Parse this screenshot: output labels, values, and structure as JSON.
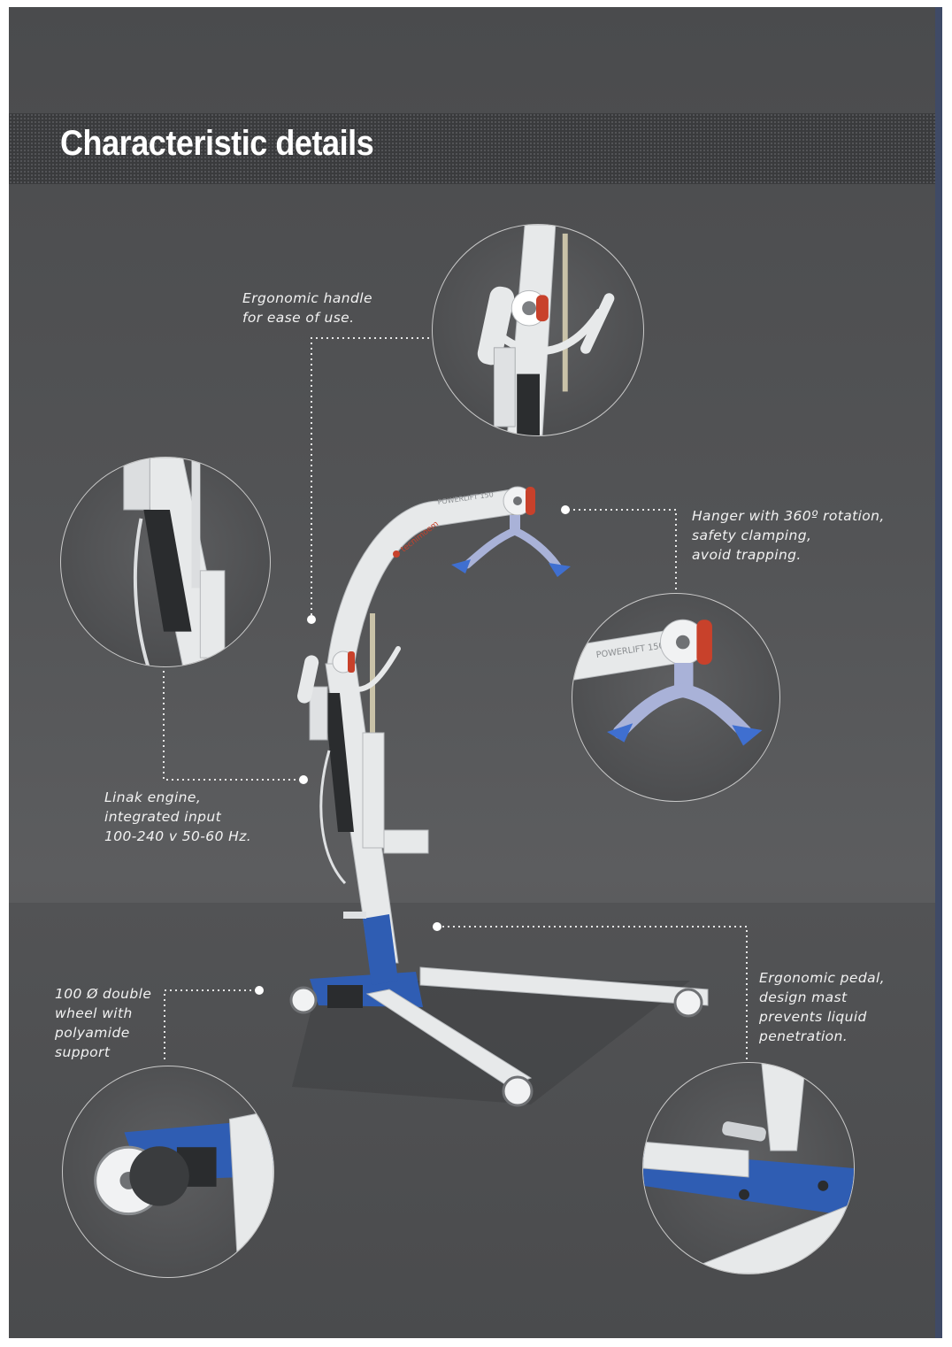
{
  "header": {
    "title": "Characteristic details"
  },
  "features": [
    {
      "id": "handle",
      "lines": [
        "Ergonomic handle",
        "for ease of use."
      ]
    },
    {
      "id": "hanger",
      "lines": [
        "Hanger with 360º rotation,",
        "safety clamping,",
        "avoid trapping."
      ]
    },
    {
      "id": "engine",
      "lines": [
        "Linak engine,",
        "integrated input",
        "100-240 v 50-60 Hz."
      ]
    },
    {
      "id": "wheel",
      "lines": [
        "100 Ø double",
        "wheel with",
        "polyamide",
        "support"
      ]
    },
    {
      "id": "pedal",
      "lines": [
        "Ergonomic pedal,",
        "design mast",
        "prevents liquid",
        "penetration."
      ]
    }
  ],
  "product": {
    "brand": "tecnimoem",
    "model_label": "POWERLIFT 150"
  },
  "colors": {
    "background": "#535456",
    "frame_white": "#e7e9ea",
    "frame_blue": "#2f5db3",
    "accent_red": "#c8412b",
    "hanger_lilac": "#a9b2d8",
    "caption_text": "#f2f2f2"
  },
  "icons": [
    "leader-dot-icon"
  ]
}
